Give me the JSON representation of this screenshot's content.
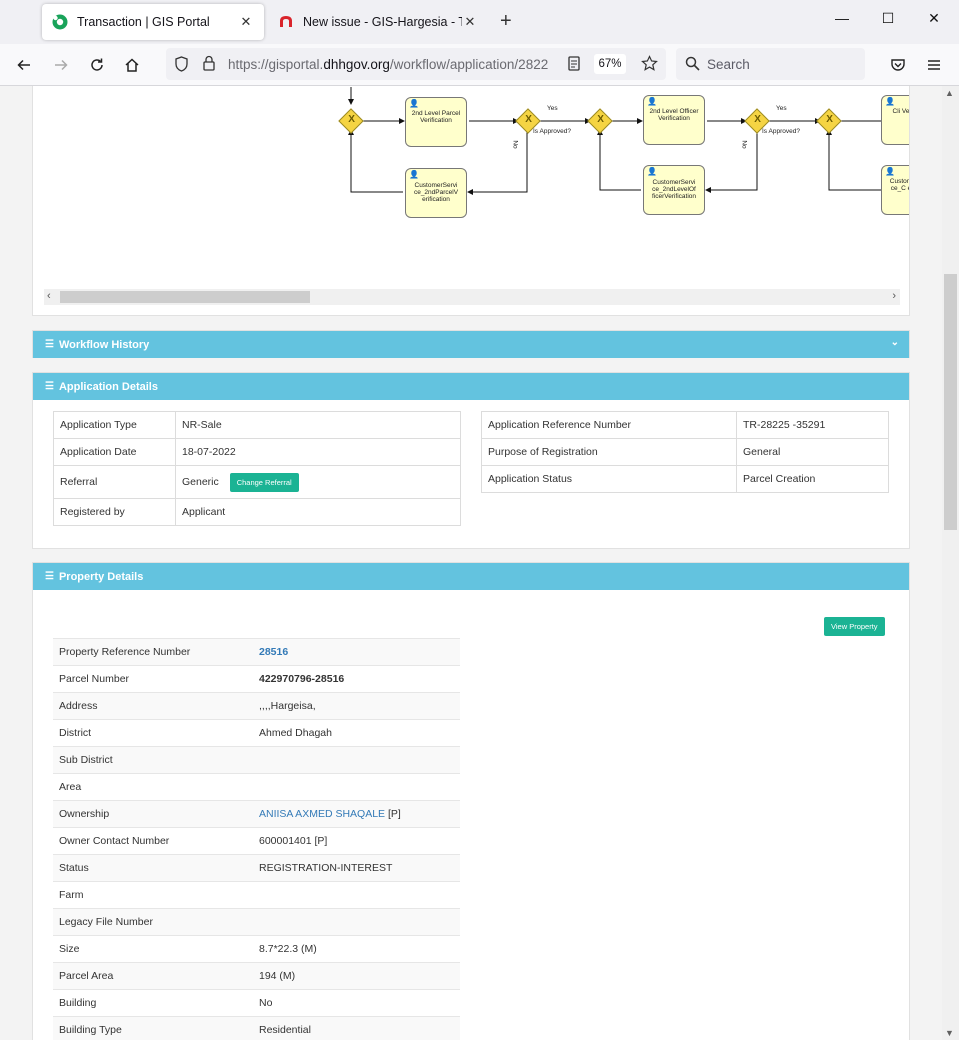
{
  "browser": {
    "tabs": [
      {
        "title": "Transaction | GIS Portal",
        "icon": "gis-portal-icon",
        "active": true
      },
      {
        "title": "New issue - GIS-Hargesia - Team",
        "icon": "azure-devops-icon",
        "active": false
      }
    ],
    "url_prefix": "https://gisportal.",
    "url_domain": "dhhgov.org",
    "url_path": "/workflow/application/2822",
    "zoom": "67%",
    "search_placeholder": "Search"
  },
  "diagram": {
    "nodes": {
      "second_level_parcel": "2nd Level Parcel Verification",
      "cs_parcel": "CustomerServi ce_2ndParcelV erification",
      "second_level_officer": "2nd Level Officer Verification",
      "cs_officer": "CustomerServi ce_2ndLevelOf ficerVerification",
      "cut_top": "Cli Ve",
      "cut_bottom": "Custom ce_C e"
    },
    "labels": {
      "yes1": "Yes",
      "approved1": "Is Approved?",
      "no1": "No",
      "yes2": "Yes",
      "approved2": "Is Approved?",
      "no2": "No"
    }
  },
  "workflow_history": {
    "title": "Workflow History"
  },
  "application_details": {
    "title": "Application Details",
    "left": [
      {
        "label": "Application Type",
        "value": "NR-Sale"
      },
      {
        "label": "Application Date",
        "value": "18-07-2022"
      },
      {
        "label": "Referral",
        "value": "Generic",
        "button": "Change Referral"
      },
      {
        "label": "Registered by",
        "value": "Applicant"
      }
    ],
    "right": [
      {
        "label": "Application Reference Number",
        "value": "TR-28225 -35291"
      },
      {
        "label": "Purpose of Registration",
        "value": "General"
      },
      {
        "label": "Application Status",
        "value": "Parcel Creation"
      }
    ]
  },
  "property_details": {
    "title": "Property Details",
    "view_button": "View Property",
    "rows": [
      {
        "label": "Property Reference Number",
        "value": "28516",
        "style": "link-bold"
      },
      {
        "label": "Parcel Number",
        "value": "422970796-28516",
        "style": "bold"
      },
      {
        "label": "Address",
        "value": ",,,,Hargeisa,"
      },
      {
        "label": "District",
        "value": "Ahmed Dhagah"
      },
      {
        "label": "Sub District",
        "value": ""
      },
      {
        "label": "Area",
        "value": ""
      },
      {
        "label": "Ownership",
        "value": "ANIISA AXMED SHAQALE",
        "suffix": " [P]",
        "style": "link"
      },
      {
        "label": "Owner Contact Number",
        "value": "600001401 [P]"
      },
      {
        "label": "Status",
        "value": "REGISTRATION-INTEREST"
      },
      {
        "label": "Farm",
        "value": ""
      },
      {
        "label": "Legacy File Number",
        "value": ""
      },
      {
        "label": "Size",
        "value": "8.7*22.3 (M)"
      },
      {
        "label": "Parcel Area",
        "value": "194 (M)"
      },
      {
        "label": "Building",
        "value": "No"
      },
      {
        "label": "Building Type",
        "value": "Residential"
      }
    ]
  }
}
